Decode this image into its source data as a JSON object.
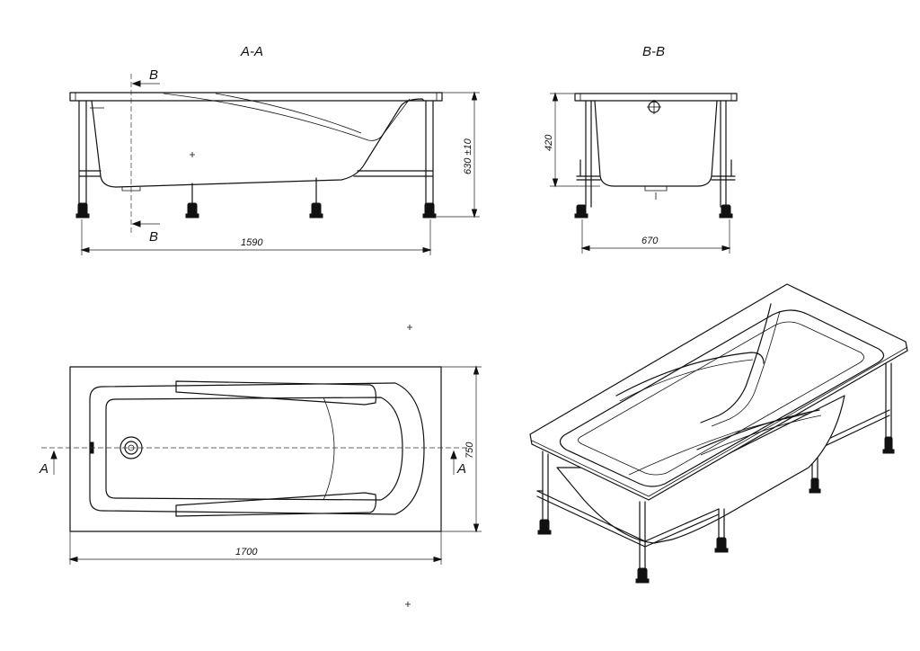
{
  "section_labels": {
    "section_aa": "A-A",
    "section_bb": "B-B"
  },
  "cut_markers": {
    "b_top": "B",
    "b_bottom": "B",
    "a_left": "A",
    "a_right": "A"
  },
  "dimensions": {
    "length_1590": "1590",
    "height_630": "630 ±10",
    "depth_420": "420",
    "width_670": "670",
    "length_1700": "1700",
    "width_750": "750"
  },
  "colors": {
    "line": "#111111",
    "background": "#ffffff"
  }
}
